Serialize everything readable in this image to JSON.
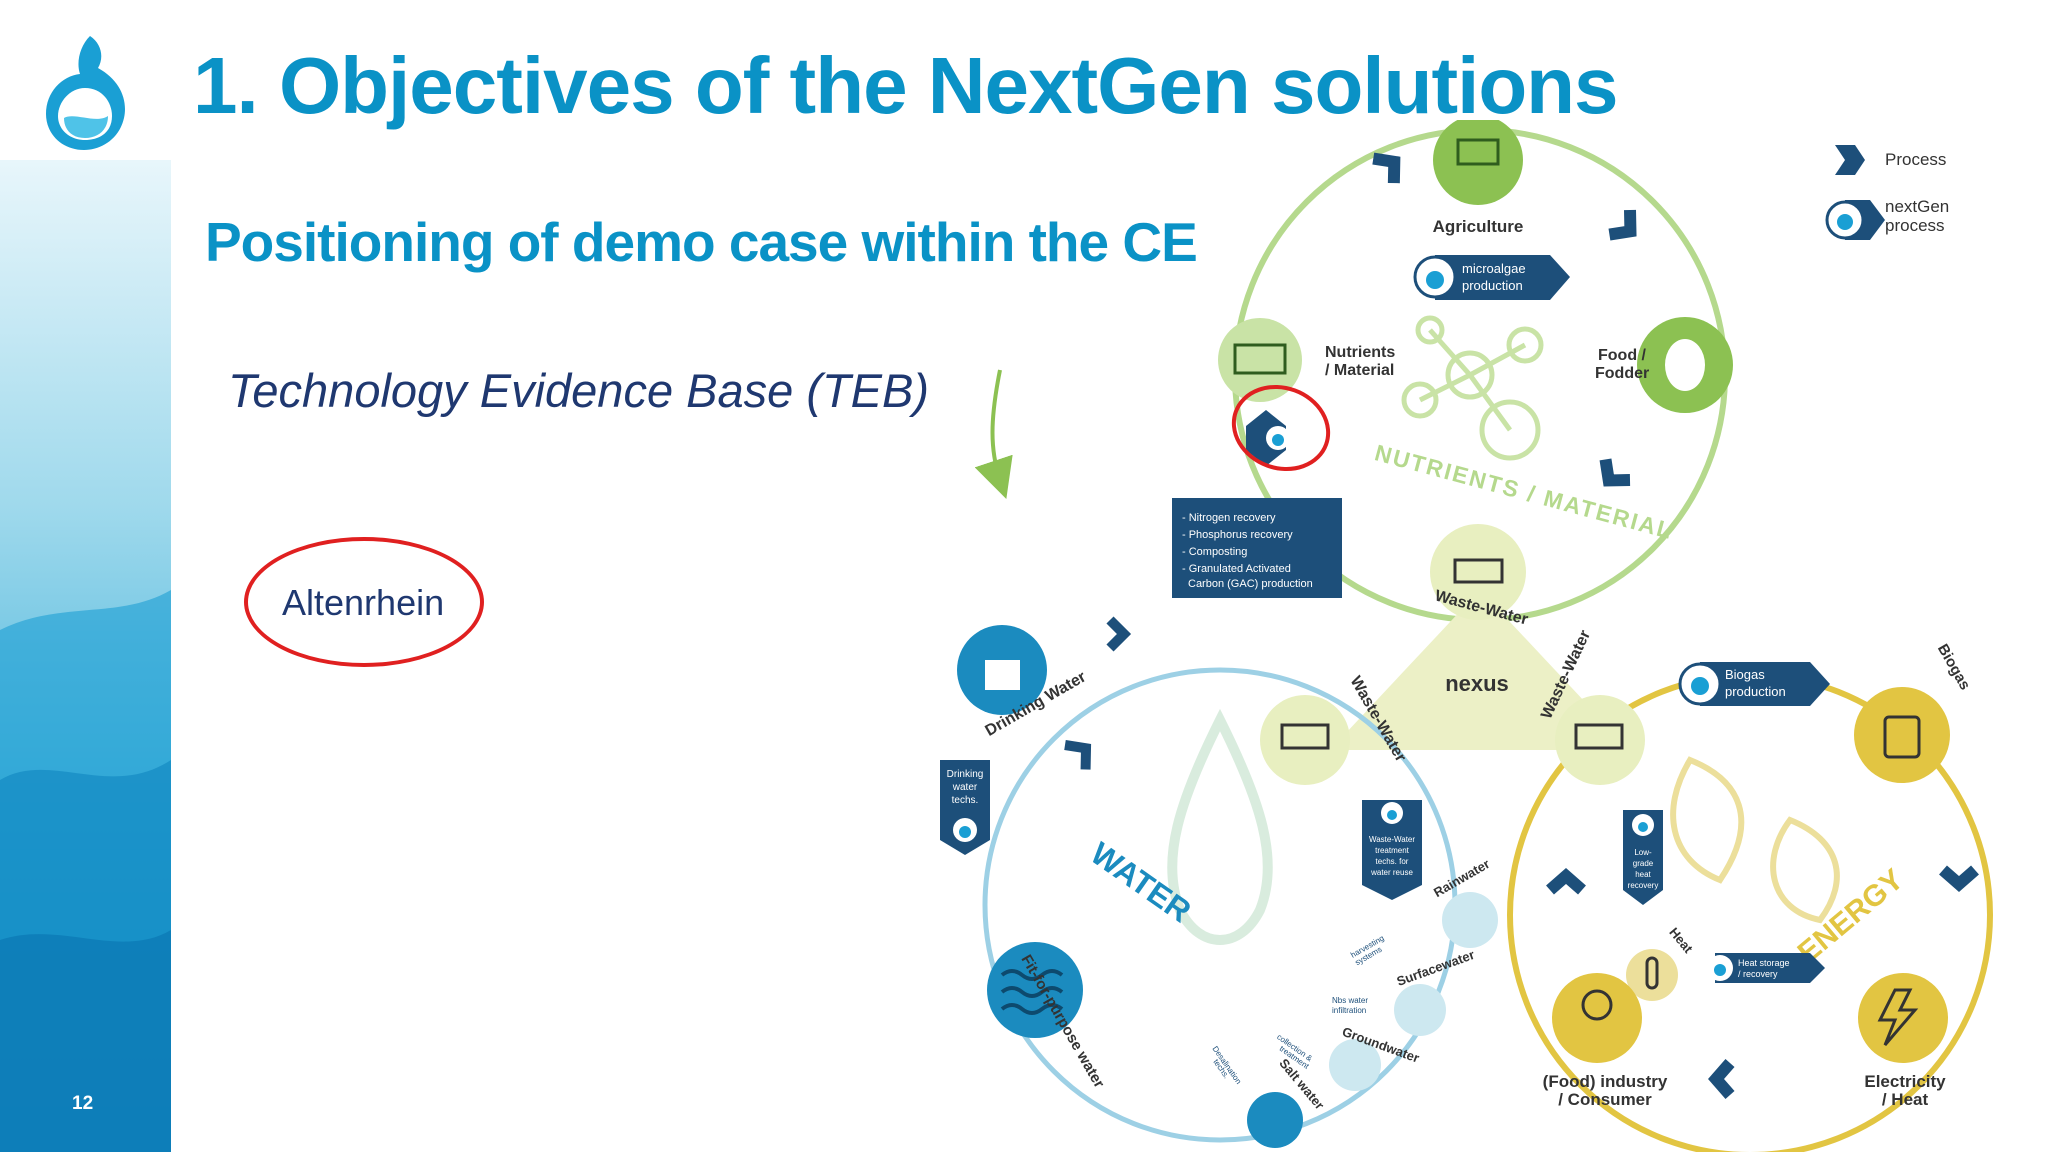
{
  "slide": {
    "title": "1. Objectives of the NextGen solutions",
    "subtitle": "Positioning of demo case within the CE",
    "teb_label": "Technology Evidence Base (TEB)",
    "demo_site": "Altenrhein",
    "page_number": "12"
  },
  "colors": {
    "title": "#0a92c6",
    "highlight_circle": "#e02020",
    "nutrients_green": "#8cc152",
    "water_blue": "#1b8bbf",
    "energy_yellow": "#e2c542",
    "process_navy": "#1d4f7a"
  },
  "legend": {
    "process": "Process",
    "nextgen_line1": "nextGen",
    "nextgen_line2": "process"
  },
  "diagram": {
    "nutrients_ring": "NUTRIENTS / MATERIAL",
    "water_ring": "WATER",
    "energy_ring": "ENERGY",
    "nexus": "nexus",
    "agriculture": "Agriculture",
    "food_fodder_1": "Food /",
    "food_fodder_2": "Fodder",
    "nutrients_1": "Nutrients",
    "nutrients_2": "/ Material",
    "microalgae_1": "microalgae",
    "microalgae_2": "production",
    "recovery_list": [
      "- Nitrogen recovery",
      "- Phosphorus recovery",
      "- Composting",
      "- Granulated Activated",
      "Carbon (GAC) production"
    ],
    "waste_water": "Waste-Water",
    "biogas_prod_1": "Biogas",
    "biogas_prod_2": "production",
    "biogas": "Biogas",
    "drinking_water": "Drinking Water",
    "drinking_techs": [
      "Drinking",
      "water",
      "techs."
    ],
    "ww_treatment": [
      "Waste-Water",
      "treatment",
      "techs. for",
      "water reuse"
    ],
    "low_grade": [
      "Low-",
      "grade",
      "heat",
      "recovery"
    ],
    "heat": "Heat",
    "heat_storage_1": "Heat storage",
    "heat_storage_2": "/ recovery",
    "rainwater": "Rainwater",
    "harvesting_1": "harvesting",
    "harvesting_2": "systems",
    "surfacewater": "Surfacewater",
    "nbs_1": "Nbs water",
    "nbs_2": "infiltration",
    "groundwater": "Groundwater",
    "collection_1": "collection &",
    "collection_2": "treatment",
    "salt_water": "Salt water",
    "desal_1": "Desalination",
    "desal_2": "techs.",
    "fit_for_purpose": "Fit-for-purpose water",
    "industry_1": "(Food) industry",
    "industry_2": "/ Consumer",
    "electricity_1": "Electricity",
    "electricity_2": "/ Heat"
  }
}
